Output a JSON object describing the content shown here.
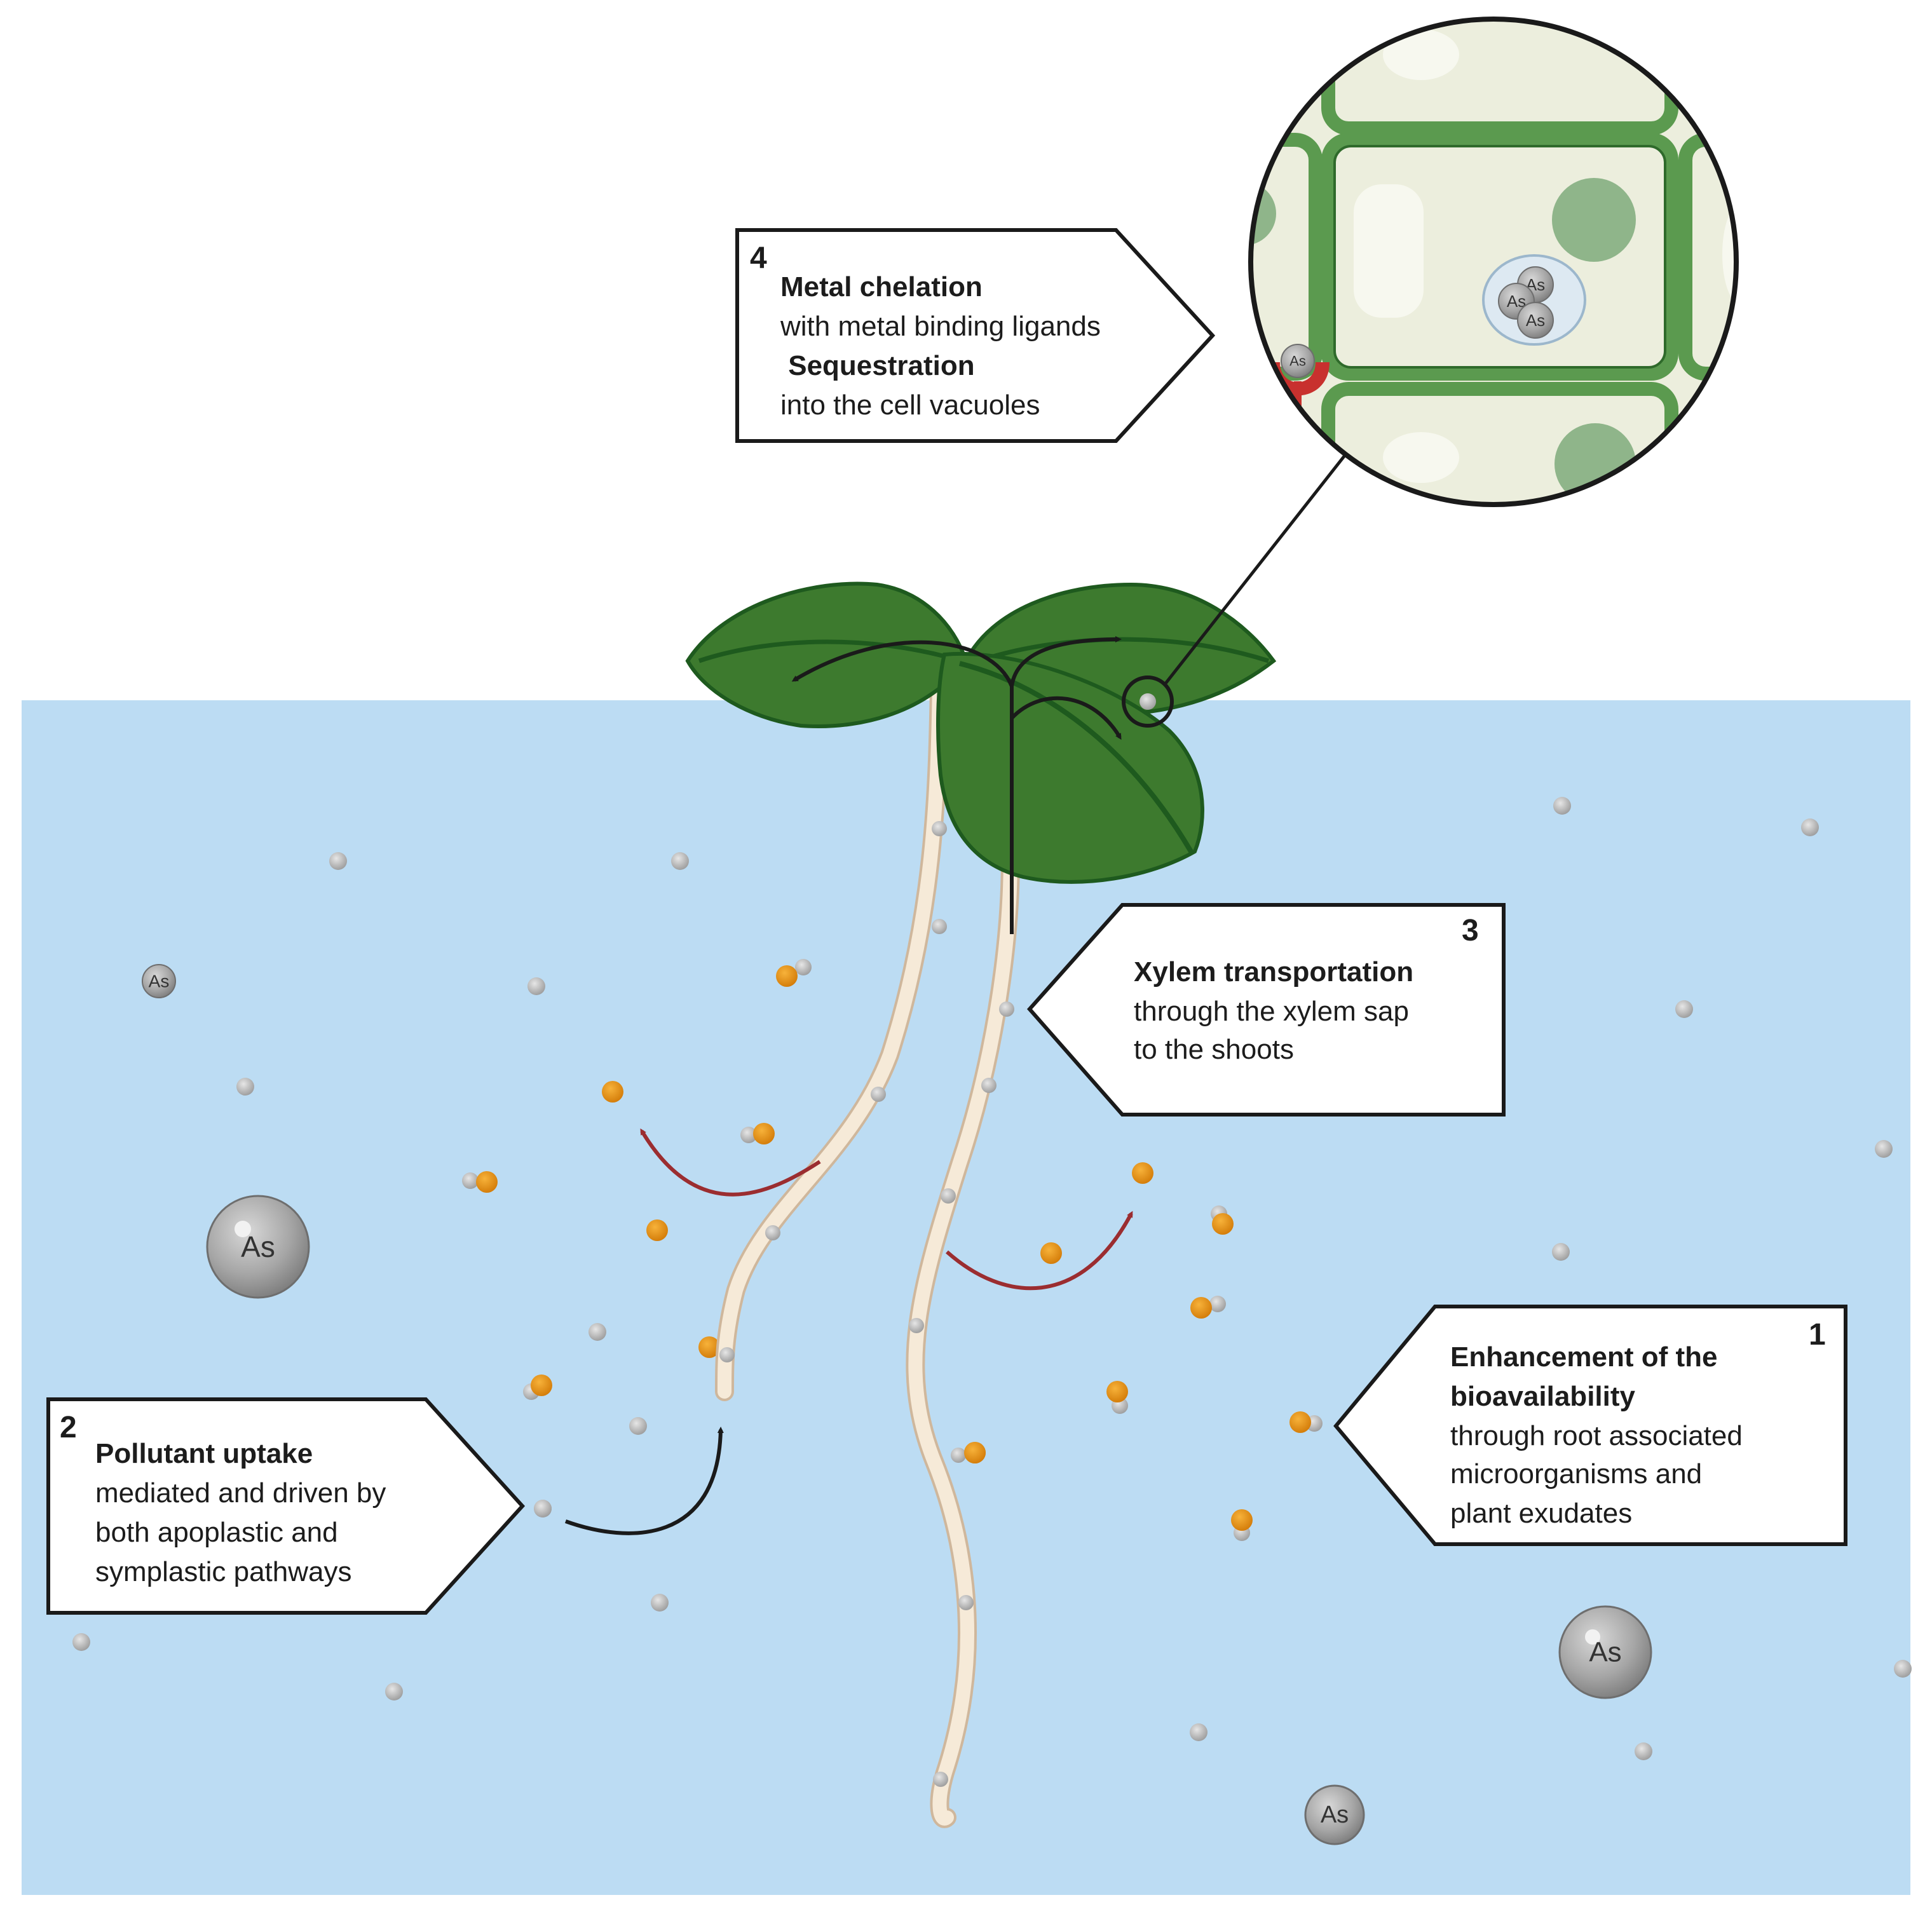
{
  "colors": {
    "water": "#bcdcf3",
    "leaf": "#3d7a2e",
    "leaf_dark": "#1e5a1e",
    "root": "#f6ead8",
    "root_edge": "#cfb79c",
    "particle": "#a9a9a9",
    "exudate": "#e8900f",
    "red_arrow": "#9b2d30",
    "cell_fill": "#eceedd",
    "cell_wall": "#5b9a4f",
    "nucleus": "#8fb58a",
    "transporter": "#c8312e"
  },
  "atom_symbol": "As",
  "callouts": {
    "c1": {
      "number": "1",
      "title_lines": [
        "Enhancement of the",
        "bioavailability"
      ],
      "body_lines": [
        "through root associated",
        "microorganisms and",
        "plant exudates"
      ]
    },
    "c2": {
      "number": "2",
      "title_lines": [
        "Pollutant uptake"
      ],
      "body_lines": [
        "mediated and driven by",
        "both apoplastic and",
        "symplastic pathways"
      ]
    },
    "c3": {
      "number": "3",
      "title_lines": [
        "Xylem transportation"
      ],
      "body_lines": [
        "through the xylem sap",
        "to the shoots"
      ]
    },
    "c4": {
      "number": "4",
      "lines": [
        {
          "text": "Metal chelation",
          "bold": true
        },
        {
          "text": "with metal binding ligands",
          "bold": false
        },
        {
          "text": " Sequestration",
          "bold": true
        },
        {
          "text": "into the cell vacuoles",
          "bold": false
        }
      ]
    }
  }
}
